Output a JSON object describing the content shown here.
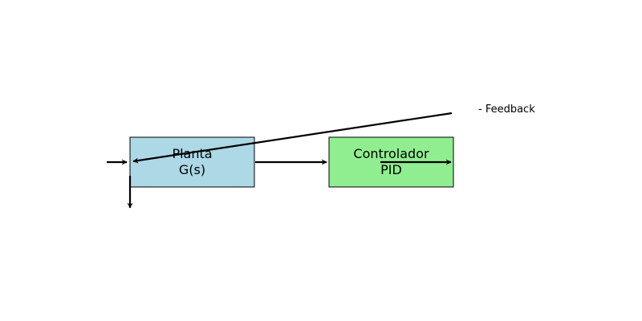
{
  "diagram": {
    "blocks": [
      {
        "id": "planta",
        "line1": "Planta",
        "line2": "G(s)",
        "fill": "#add8e6",
        "stroke": "#000000"
      },
      {
        "id": "controlador",
        "line1": "Controlador",
        "line2": "PID",
        "fill": "#90ee90",
        "stroke": "#000000"
      }
    ],
    "feedback_label": "- Feedback",
    "arrow_color": "#000000",
    "background": "#ffffff"
  }
}
